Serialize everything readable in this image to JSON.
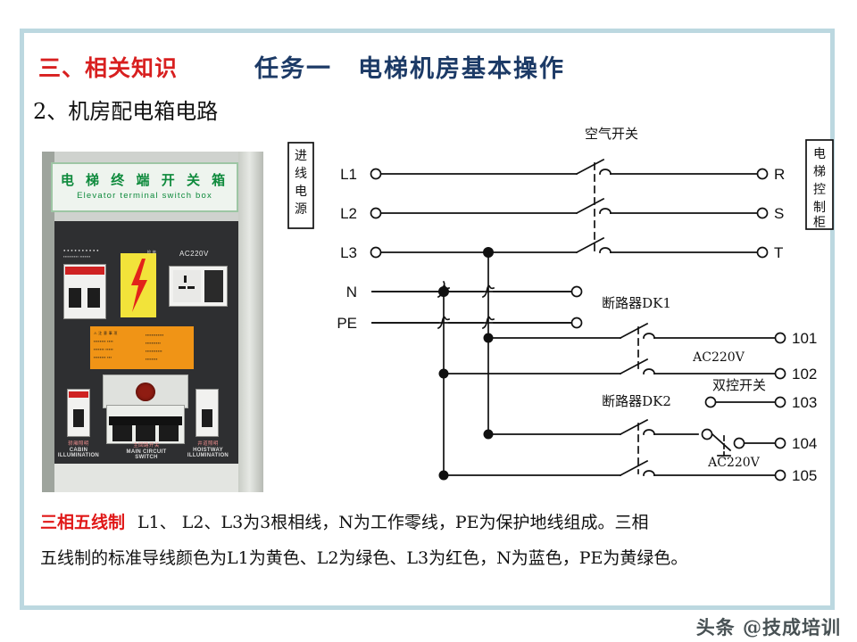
{
  "header": {
    "section_heading": "三、相关知识",
    "title": "任务一　电梯机房基本操作",
    "subheading": "2、机房配电箱电路",
    "heading_color": "#d81f1f",
    "title_color": "#1c3a66",
    "frame_color": "#bcd8e0"
  },
  "photo": {
    "sign_cn": "电 梯 终 端 开 关 箱",
    "sign_en": "Elevator   terminal   switch   box",
    "socket_label": "AC220V",
    "captions": [
      {
        "cn": "轿厢照明",
        "en": "CABIN\nILLUMINATION"
      },
      {
        "cn": "主回路开关",
        "en": "MAIN CIRCUIT\nSWITCH"
      },
      {
        "cn": "井道照明",
        "en": "HOISTWAY\nILLUMINATION"
      }
    ]
  },
  "circuit": {
    "source_box": "进线电源",
    "load_box": "电梯控制柜",
    "switch_labels": {
      "main": "空气开关",
      "dk1": "断路器DK1",
      "dk2": "断路器DK2",
      "two_way": "双控开关"
    },
    "voltage_labels": [
      "AC220V",
      "AC220V"
    ],
    "left_terminals": [
      "L1",
      "L2",
      "L3",
      "N",
      "PE"
    ],
    "right_terminals_top": [
      "R",
      "S",
      "T"
    ],
    "right_terminals_num": [
      "101",
      "102",
      "103",
      "104",
      "105"
    ]
  },
  "note": {
    "highlight": "三相五线制",
    "line1": "L1、  L2、L3为3根相线，N为工作零线，PE为保护地线组成。三相",
    "line2": "五线制的标准导线颜色为L1为黄色、L2为绿色、L3为红色，N为蓝色，PE为黄绿色。"
  },
  "watermark": "头条 @技成培训"
}
